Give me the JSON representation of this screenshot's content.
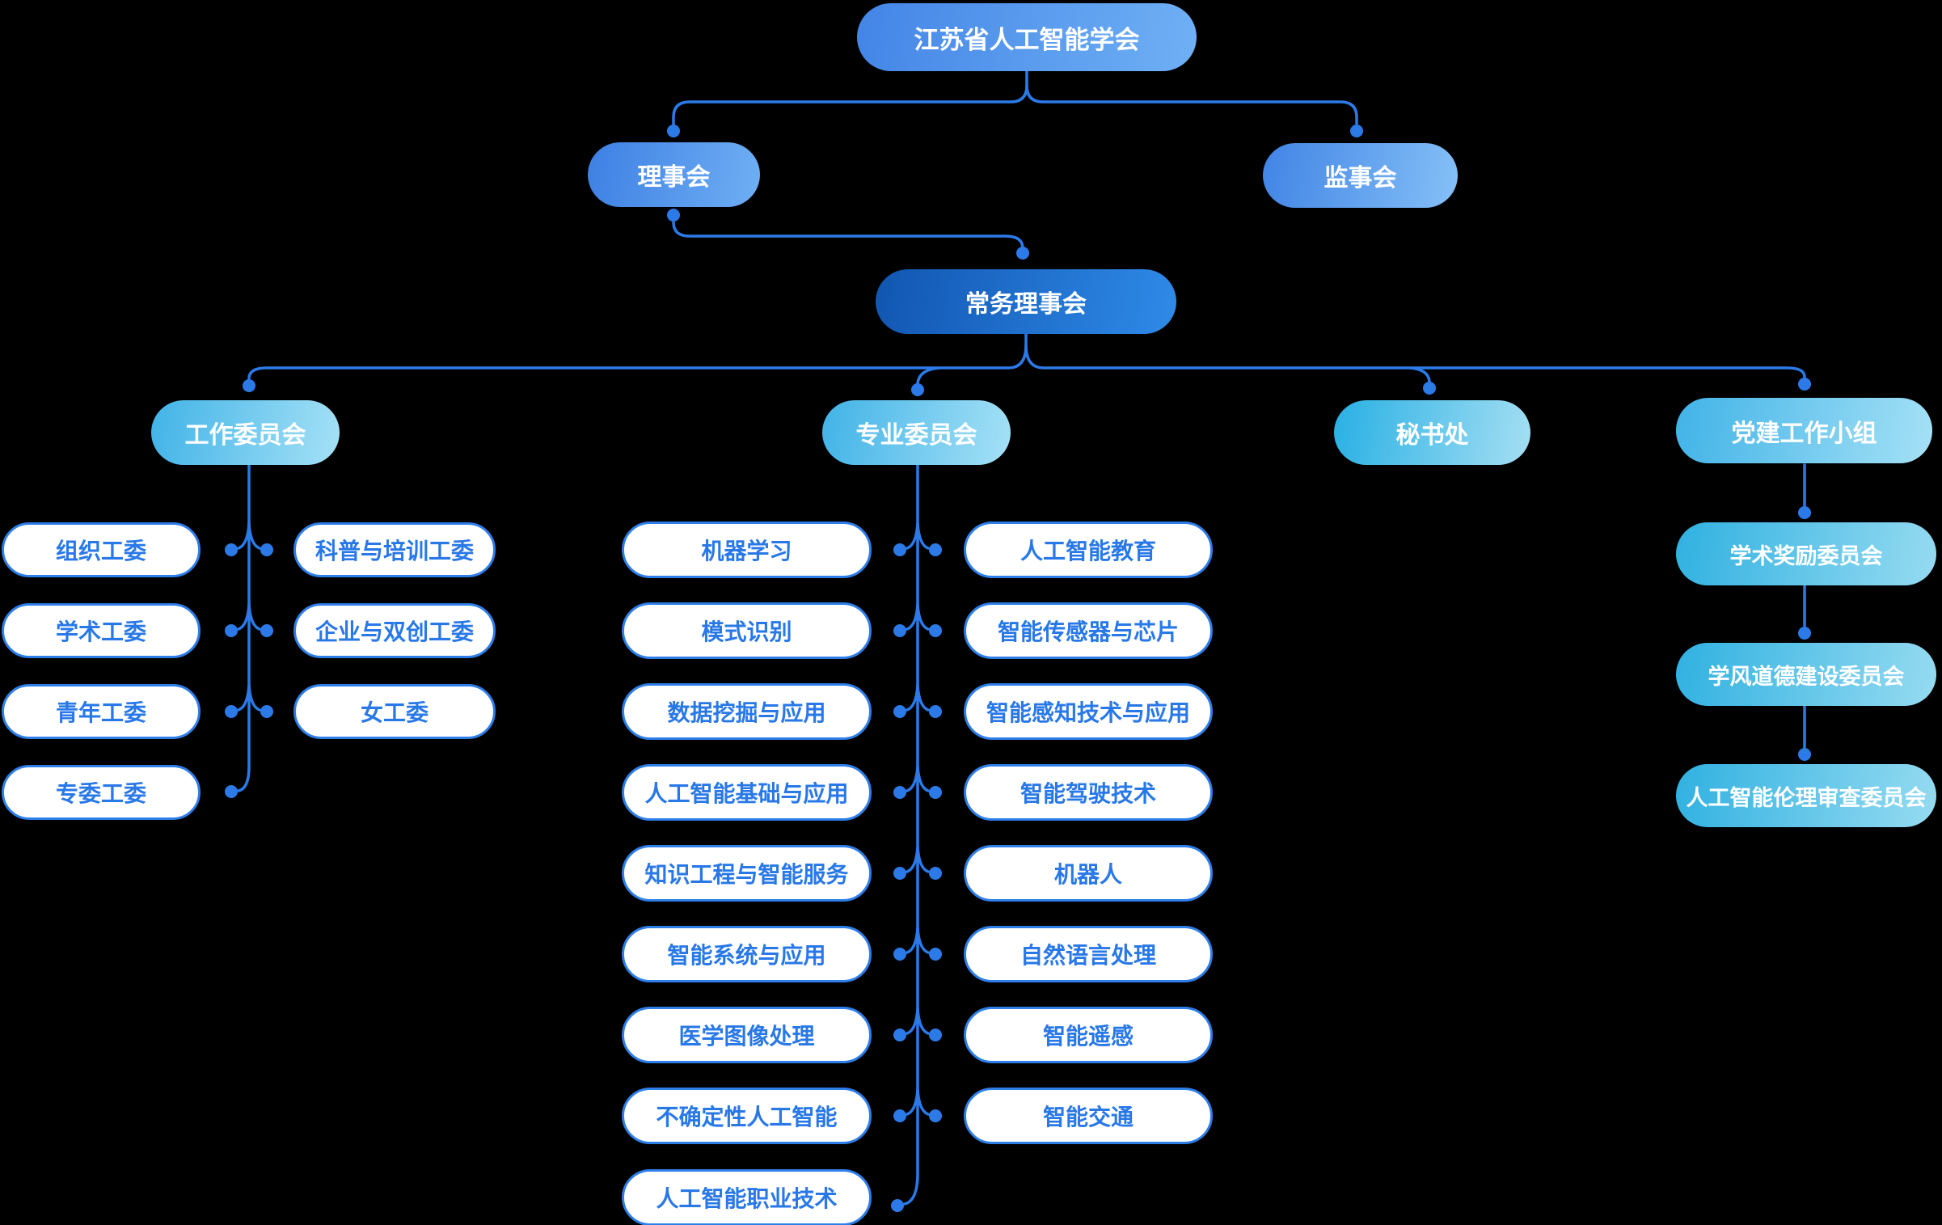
{
  "org": {
    "root": {
      "label": "江苏省人工智能学会"
    },
    "council": {
      "label": "理事会"
    },
    "supervisory_board": {
      "label": "监事会"
    },
    "standing_council": {
      "label": "常务理事会"
    },
    "work_committees": {
      "label": "工作委员会",
      "left": [
        "组织工委",
        "学术工委",
        "青年工委",
        "专委工委"
      ],
      "right": [
        "科普与培训工委",
        "企业与双创工委",
        "女工委"
      ]
    },
    "special_committees": {
      "label": "专业委员会",
      "left": [
        "机器学习",
        "模式识别",
        "数据挖掘与应用",
        "人工智能基础与应用",
        "知识工程与智能服务",
        "智能系统与应用",
        "医学图像处理",
        "不确定性人工智能",
        "人工智能职业技术"
      ],
      "right": [
        "人工智能教育",
        "智能传感器与芯片",
        "智能感知技术与应用",
        "智能驾驶技术",
        "机器人",
        "自然语言处理",
        "智能遥感",
        "智能交通"
      ]
    },
    "secretariat": {
      "label": "秘书处"
    },
    "party_building_group": {
      "label": "党建工作小组",
      "children": [
        "学术奖励委员会",
        "学风道德建设委员会",
        "人工智能伦理审查委员会"
      ]
    }
  },
  "colors": {
    "background": "#000000",
    "connector": "#2b7ae8",
    "white_pill_border": "#2e7ee9",
    "white_pill_text": "#2878e8",
    "root_gradient": [
      "#4385e6",
      "#6fb0f5"
    ],
    "supervisory_gradient": [
      "#4184e5",
      "#85c0f7"
    ],
    "standing_gradient": [
      "#1156b1",
      "#2f8ae8"
    ],
    "branch_gradient": [
      "#41b3e7",
      "#a5e1f6"
    ],
    "secretariat_gradient": [
      "#28b0e4",
      "#a5dff3"
    ],
    "party_child_gradient": [
      "#30b1e1",
      "#96dbf1"
    ]
  }
}
